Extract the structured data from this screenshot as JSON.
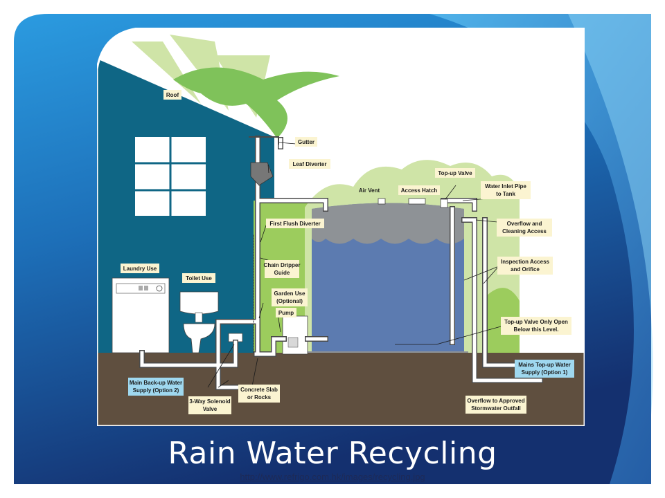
{
  "slide": {
    "title": "Rain Water Recycling",
    "source_link": "http://www.refrigo.com.hk/images/recycling.jpg"
  },
  "diagram": {
    "labels": {
      "roof": "Roof",
      "gutter": "Gutter",
      "leaf_diverter": "Leaf Diverter",
      "first_flush": "First Flush Diverter",
      "air_vent": "Air Vent",
      "access_hatch": "Access Hatch",
      "topup_valve": "Top-up Valve",
      "inlet_pipe_1": "Water Inlet Pipe",
      "inlet_pipe_2": "to Tank",
      "overflow_cleaning_1": "Overflow and",
      "overflow_cleaning_2": "Cleaning Access",
      "inspection_1": "Inspection Access",
      "inspection_2": "and Orifice",
      "topup_only_1": "Top-up Valve Only Open",
      "topup_only_2": "Below this Level.",
      "mains_topup_1": "Mains Top-up Water",
      "mains_topup_2": "Supply (Option 1)",
      "overflow_storm_1": "Overflow to Approved",
      "overflow_storm_2": "Stormwater Outfall",
      "laundry": "Laundry Use",
      "toilet": "Toilet Use",
      "chain_1": "Chain Dripper",
      "chain_2": "Guide",
      "garden_1": "Garden Use",
      "garden_2": "(Optional)",
      "pump": "Pump",
      "main_backup_1": "Main Back-up Water",
      "main_backup_2": "Supply (Option 2)",
      "concrete_1": "Concrete Slab",
      "concrete_2": "or Rocks",
      "solenoid_1": "3-Way Solenoid",
      "solenoid_2": "Valve"
    },
    "colors": {
      "house": "#0f6685",
      "tank_water": "#5c7bb0",
      "tank_air": "#8e9296",
      "cloud": "#b7bcbf",
      "ground": "#5f4f3f",
      "bush": "#9ccc5d",
      "label_bg": "#fbf4d1",
      "blue_label_bg": "#9fd8ef"
    }
  }
}
